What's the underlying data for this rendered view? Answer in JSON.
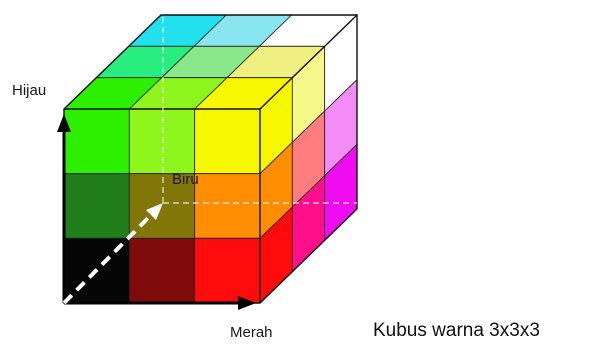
{
  "diagram": {
    "axes": {
      "green_label": "Hijau",
      "blue_label": "Biru",
      "red_label": "Merah"
    },
    "caption": "Kubus warna 3x3x3",
    "colors": {
      "front": [
        [
          "#2cf000",
          "#8ef61c",
          "#f7f700"
        ],
        [
          "#1f7d1a",
          "#817708",
          "#ff8d00"
        ],
        [
          "#050505",
          "#7f0a0a",
          "#ff0b0b"
        ]
      ],
      "top": [
        [
          "#22e0ee",
          "#88e6f0",
          "#ffffff"
        ],
        [
          "#28ee80",
          "#8ae88a",
          "#f0f080"
        ],
        [
          "#2cf000",
          "#8ef61c",
          "#f7f700"
        ]
      ],
      "right": [
        [
          "#f7f700",
          "#f6f88a",
          "#ffffff"
        ],
        [
          "#ff8d00",
          "#ff7d7e",
          "#f38cf5"
        ],
        [
          "#ff0b0b",
          "#ff0f8a",
          "#f00cf0"
        ]
      ],
      "axis_arrow": "#000000",
      "blue_axis": "#ffffff",
      "grid_line": "#202020"
    }
  }
}
